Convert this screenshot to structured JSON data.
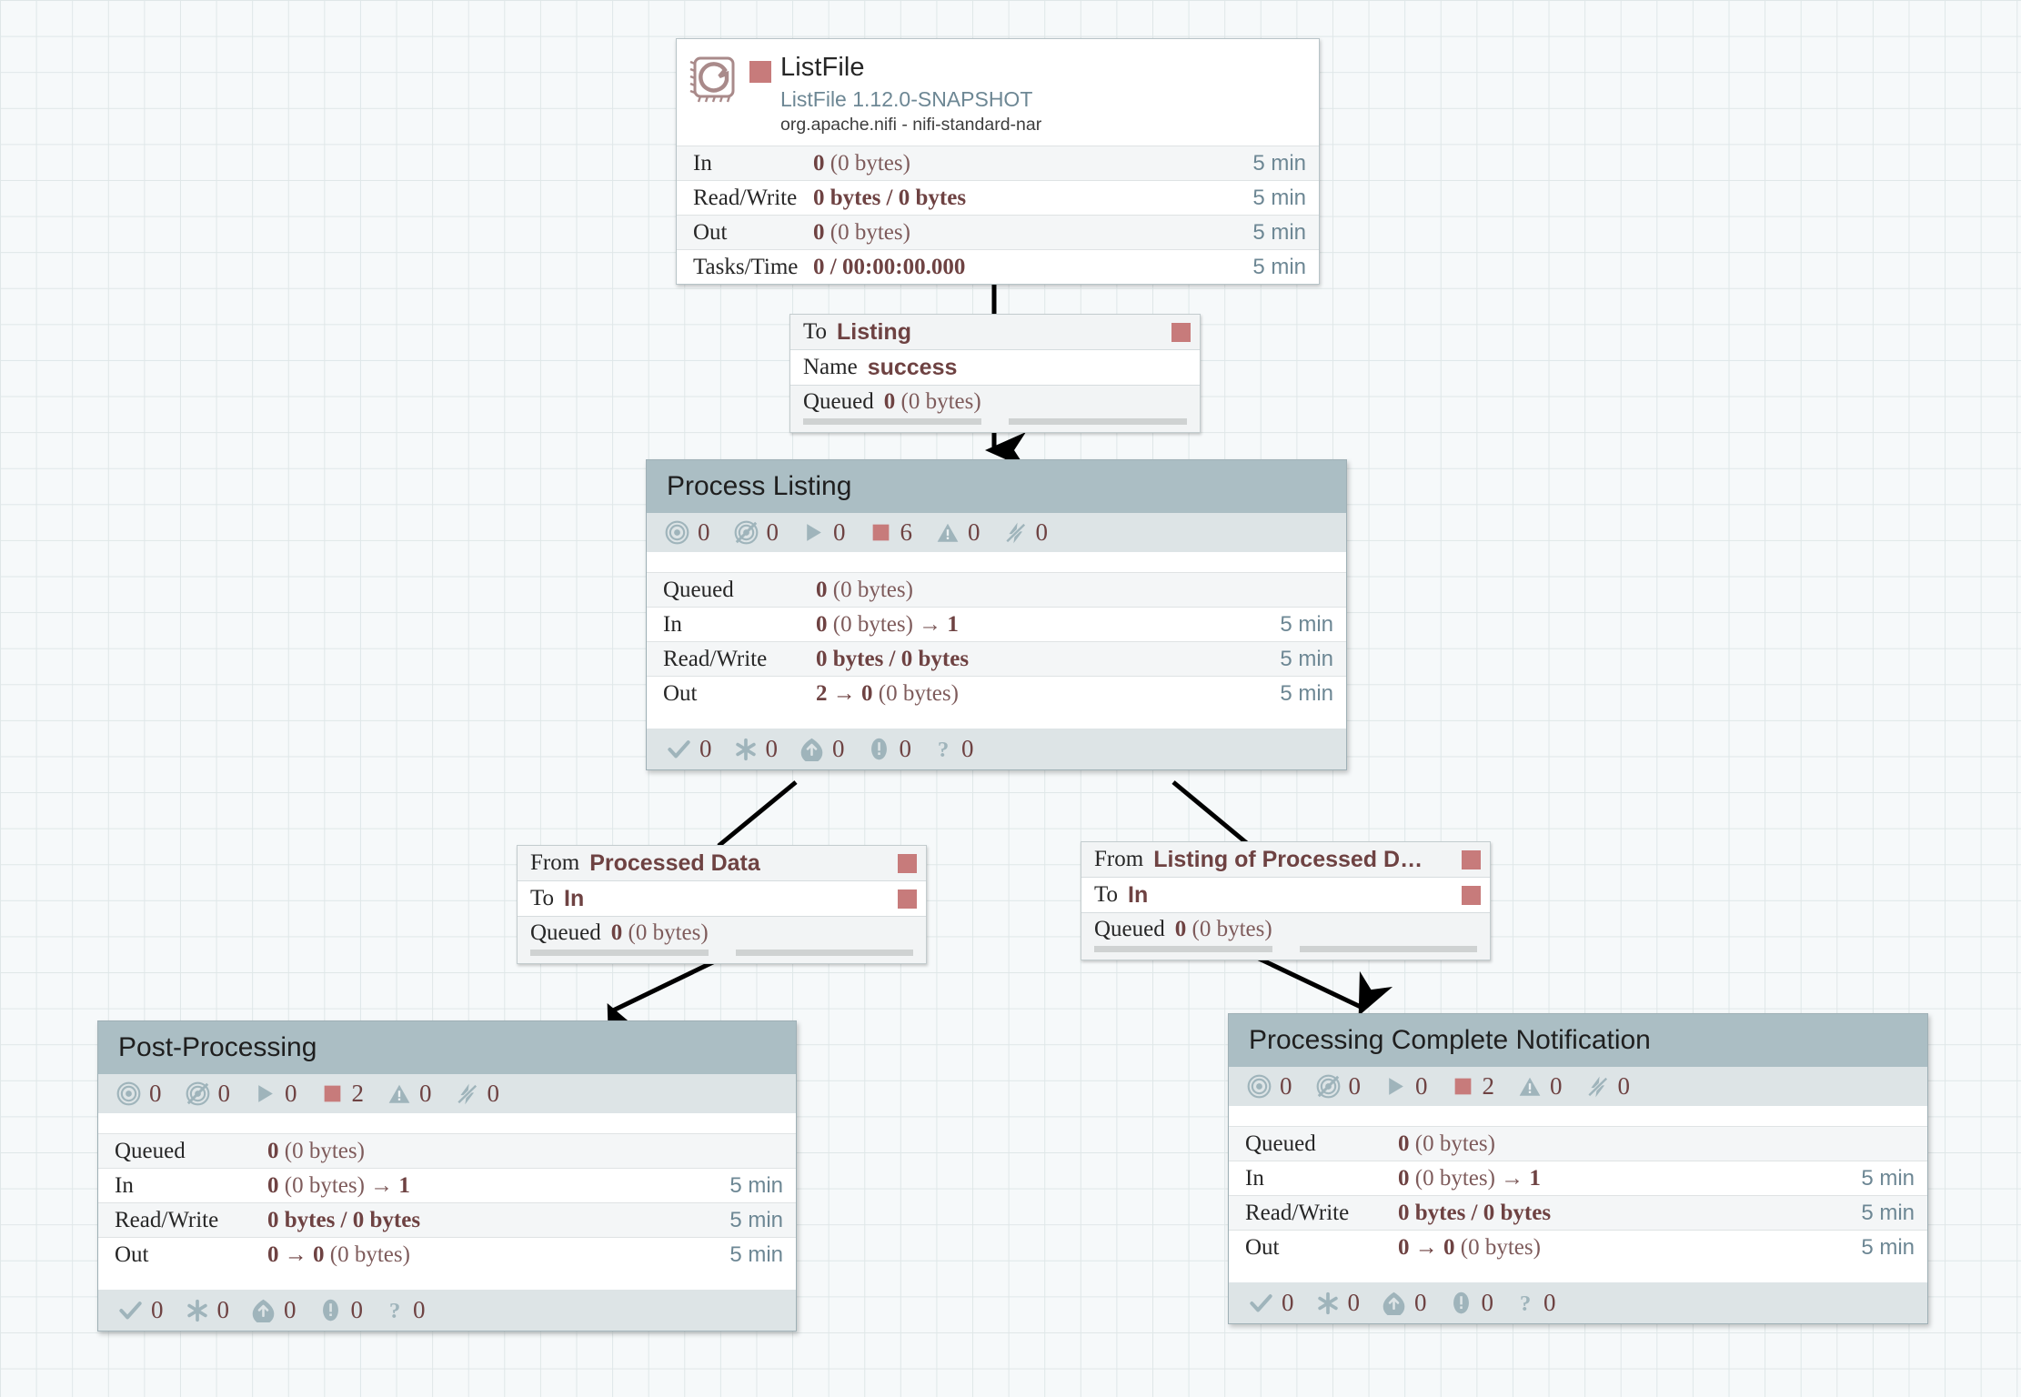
{
  "canvas": {
    "background_grid": "#dfe7e8",
    "accent_red": "#c77b7b",
    "group_header": "#abbec4",
    "group_counter_bar": "#dde4e6"
  },
  "processor": {
    "name": "ListFile",
    "type_version": "ListFile 1.12.0-SNAPSHOT",
    "bundle": "org.apache.nifi - nifi-standard-nar",
    "icon": "processor-chip-icon",
    "status": "stopped",
    "stats": [
      {
        "label": "In",
        "value_bold": "0",
        "value_rest": " (0 bytes)",
        "time": "5 min"
      },
      {
        "label": "Read/Write",
        "value_bold": "0 bytes / 0 bytes",
        "value_rest": "",
        "time": "5 min"
      },
      {
        "label": "Out",
        "value_bold": "0",
        "value_rest": " (0 bytes)",
        "time": "5 min"
      },
      {
        "label": "Tasks/Time",
        "value_bold": "0 / 00:00:00.000",
        "value_rest": "",
        "time": "5 min"
      }
    ]
  },
  "connections": [
    {
      "id": "conn-listfile-to-listing",
      "rows": [
        {
          "key": "To",
          "value": "Listing",
          "dot": true
        },
        {
          "key": "Name",
          "value": "success",
          "dot": false
        }
      ],
      "queued_label": "Queued",
      "queued_bold": "0",
      "queued_rest": " (0 bytes)"
    },
    {
      "id": "conn-processed-data-to-post-processing",
      "rows": [
        {
          "key": "From",
          "value": "Processed Data",
          "dot": true
        },
        {
          "key": "To",
          "value": "In",
          "dot": true
        }
      ],
      "queued_label": "Queued",
      "queued_bold": "0",
      "queued_rest": " (0 bytes)"
    },
    {
      "id": "conn-listing-of-processed-to-notification",
      "rows": [
        {
          "key": "From",
          "value": "Listing of Processed D…",
          "dot": true
        },
        {
          "key": "To",
          "value": "In",
          "dot": true
        }
      ],
      "queued_label": "Queued",
      "queued_bold": "0",
      "queued_rest": " (0 bytes)"
    }
  ],
  "groups": [
    {
      "id": "group-process-listing",
      "title": "Process Listing",
      "counters": [
        {
          "icon": "transmitting-icon",
          "count": "0"
        },
        {
          "icon": "not-transmitting-icon",
          "count": "0"
        },
        {
          "icon": "running-icon",
          "count": "0"
        },
        {
          "icon": "stopped-icon",
          "count": "6"
        },
        {
          "icon": "invalid-warning-icon",
          "count": "0"
        },
        {
          "icon": "disabled-icon",
          "count": "0"
        }
      ],
      "stats": [
        {
          "label": "Queued",
          "value_bold": "0",
          "value_rest": " (0 bytes)",
          "time": ""
        },
        {
          "label": "In",
          "value_bold": "0",
          "value_rest": " (0 bytes) → ",
          "value_bold2": "1",
          "time": "5 min"
        },
        {
          "label": "Read/Write",
          "value_bold": "0 bytes / 0 bytes",
          "value_rest": "",
          "time": "5 min"
        },
        {
          "label": "Out",
          "value_bold": "2 → 0",
          "value_rest": " (0 bytes)",
          "time": "5 min"
        }
      ],
      "footer": [
        {
          "icon": "check-icon",
          "count": "0"
        },
        {
          "icon": "asterisk-icon",
          "count": "0"
        },
        {
          "icon": "up-arrow-circle-icon",
          "count": "0"
        },
        {
          "icon": "exclamation-circle-icon",
          "count": "0"
        },
        {
          "icon": "question-icon",
          "count": "0"
        }
      ]
    },
    {
      "id": "group-post-processing",
      "title": "Post-Processing",
      "counters": [
        {
          "icon": "transmitting-icon",
          "count": "0"
        },
        {
          "icon": "not-transmitting-icon",
          "count": "0"
        },
        {
          "icon": "running-icon",
          "count": "0"
        },
        {
          "icon": "stopped-icon",
          "count": "2"
        },
        {
          "icon": "invalid-warning-icon",
          "count": "0"
        },
        {
          "icon": "disabled-icon",
          "count": "0"
        }
      ],
      "stats": [
        {
          "label": "Queued",
          "value_bold": "0",
          "value_rest": " (0 bytes)",
          "time": ""
        },
        {
          "label": "In",
          "value_bold": "0",
          "value_rest": " (0 bytes) → ",
          "value_bold2": "1",
          "time": "5 min"
        },
        {
          "label": "Read/Write",
          "value_bold": "0 bytes / 0 bytes",
          "value_rest": "",
          "time": "5 min"
        },
        {
          "label": "Out",
          "value_bold": "0 → 0",
          "value_rest": " (0 bytes)",
          "time": "5 min"
        }
      ],
      "footer": [
        {
          "icon": "check-icon",
          "count": "0"
        },
        {
          "icon": "asterisk-icon",
          "count": "0"
        },
        {
          "icon": "up-arrow-circle-icon",
          "count": "0"
        },
        {
          "icon": "exclamation-circle-icon",
          "count": "0"
        },
        {
          "icon": "question-icon",
          "count": "0"
        }
      ]
    },
    {
      "id": "group-processing-complete-notification",
      "title": "Processing Complete Notification",
      "counters": [
        {
          "icon": "transmitting-icon",
          "count": "0"
        },
        {
          "icon": "not-transmitting-icon",
          "count": "0"
        },
        {
          "icon": "running-icon",
          "count": "0"
        },
        {
          "icon": "stopped-icon",
          "count": "2"
        },
        {
          "icon": "invalid-warning-icon",
          "count": "0"
        },
        {
          "icon": "disabled-icon",
          "count": "0"
        }
      ],
      "stats": [
        {
          "label": "Queued",
          "value_bold": "0",
          "value_rest": " (0 bytes)",
          "time": ""
        },
        {
          "label": "In",
          "value_bold": "0",
          "value_rest": " (0 bytes) → ",
          "value_bold2": "1",
          "time": "5 min"
        },
        {
          "label": "Read/Write",
          "value_bold": "0 bytes / 0 bytes",
          "value_rest": "",
          "time": "5 min"
        },
        {
          "label": "Out",
          "value_bold": "0 → 0",
          "value_rest": " (0 bytes)",
          "time": "5 min"
        }
      ],
      "footer": [
        {
          "icon": "check-icon",
          "count": "0"
        },
        {
          "icon": "asterisk-icon",
          "count": "0"
        },
        {
          "icon": "up-arrow-circle-icon",
          "count": "0"
        },
        {
          "icon": "exclamation-circle-icon",
          "count": "0"
        },
        {
          "icon": "question-icon",
          "count": "0"
        }
      ]
    }
  ]
}
